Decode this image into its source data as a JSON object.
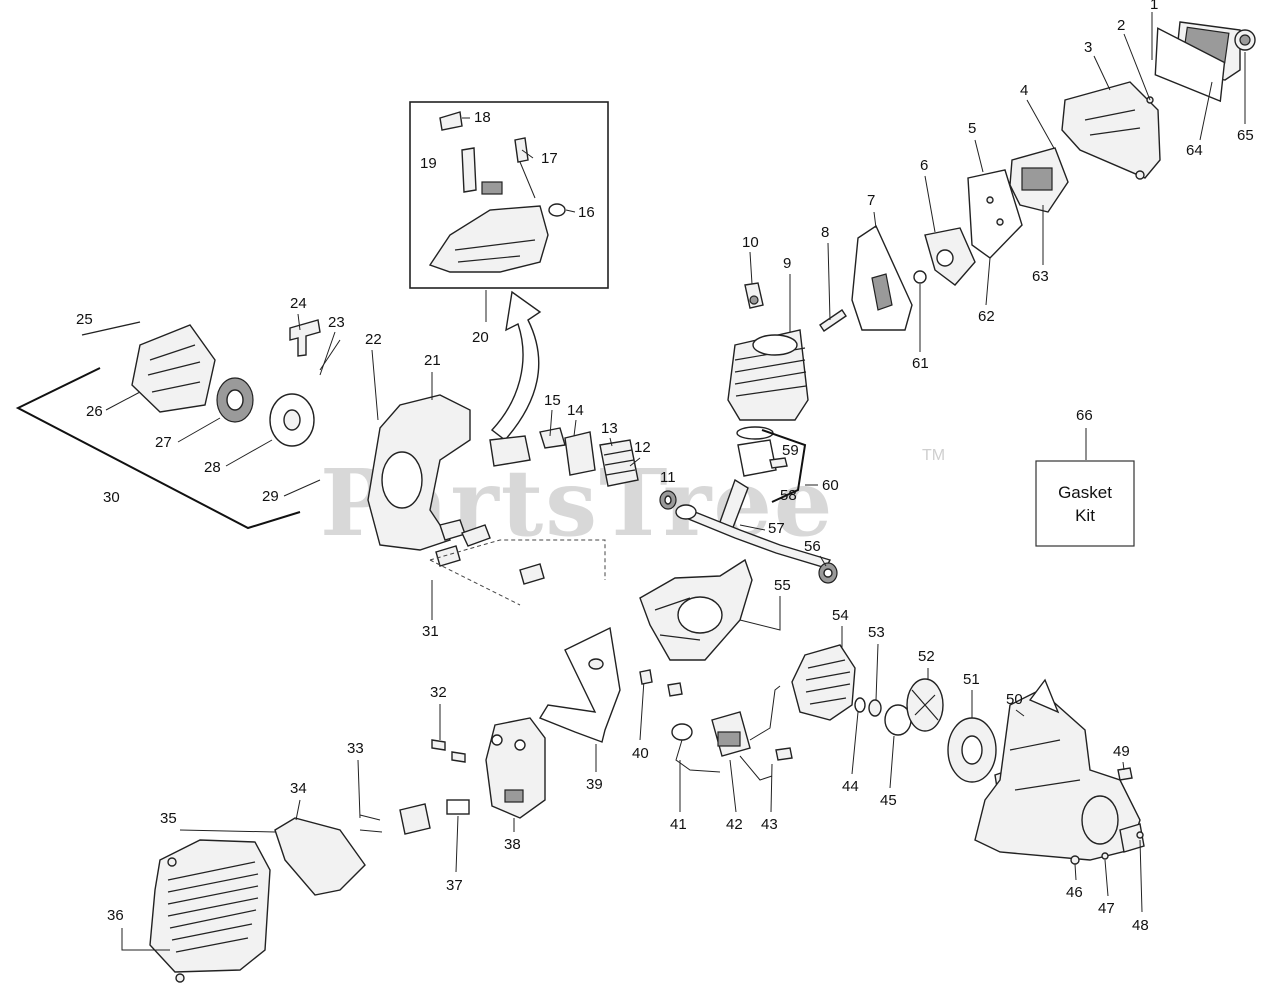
{
  "watermark": {
    "text": "PartsTree",
    "trademark": "TM"
  },
  "gasket_box": {
    "line1": "Gasket",
    "line2": "Kit"
  },
  "callouts": {
    "n1": "1",
    "n2": "2",
    "n3": "3",
    "n4": "4",
    "n5": "5",
    "n6": "6",
    "n7": "7",
    "n8": "8",
    "n9": "9",
    "n10": "10",
    "n11": "11",
    "n12": "12",
    "n13": "13",
    "n14": "14",
    "n15": "15",
    "n16": "16",
    "n17": "17",
    "n18": "18",
    "n19": "19",
    "n20": "20",
    "n21": "21",
    "n22": "22",
    "n23": "23",
    "n24": "24",
    "n25": "25",
    "n26": "26",
    "n27": "27",
    "n28": "28",
    "n29": "29",
    "n30": "30",
    "n31": "31",
    "n32": "32",
    "n33": "33",
    "n34": "34",
    "n35": "35",
    "n36": "36",
    "n37": "37",
    "n38": "38",
    "n39": "39",
    "n40": "40",
    "n41": "41",
    "n42": "42",
    "n43": "43",
    "n44": "44",
    "n45": "45",
    "n46": "46",
    "n47": "47",
    "n48": "48",
    "n49": "49",
    "n50": "50",
    "n51": "51",
    "n52": "52",
    "n53": "53",
    "n54": "54",
    "n55": "55",
    "n56": "56",
    "n57": "57",
    "n58": "58",
    "n59": "59",
    "n60": "60",
    "n61": "61",
    "n62": "62",
    "n63": "63",
    "n64": "64",
    "n65": "65",
    "n66": "66"
  }
}
